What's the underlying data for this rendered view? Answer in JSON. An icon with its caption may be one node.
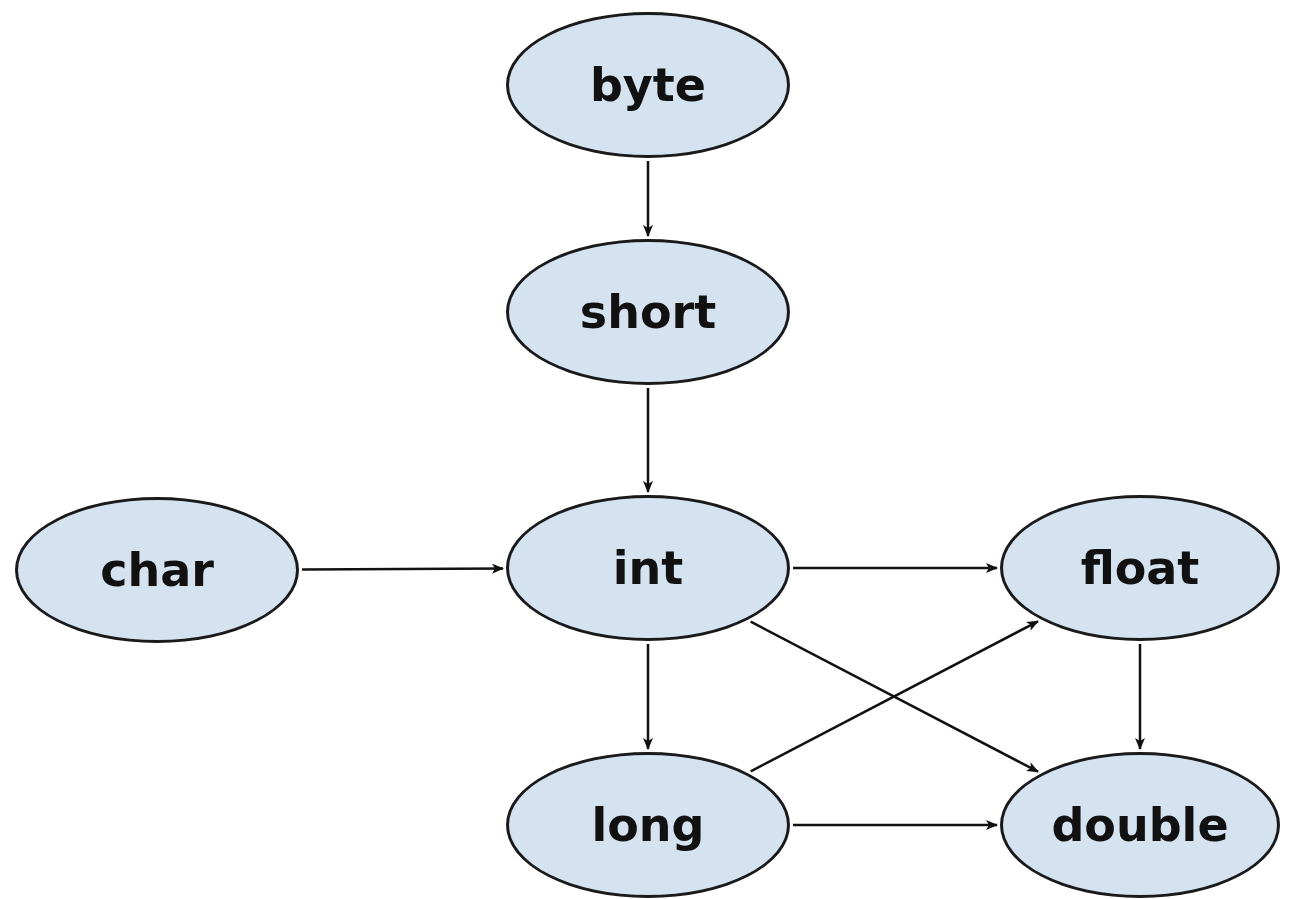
{
  "diagram": {
    "nodes": [
      {
        "text": [
          "byte"
        ]
      },
      {
        "text": [
          "short"
        ]
      },
      {
        "text": [
          "char"
        ]
      },
      {
        "text": [
          "int"
        ]
      },
      {
        "text": [
          "float"
        ]
      },
      {
        "text": [
          "long"
        ]
      },
      {
        "text": [
          "double"
        ]
      }
    ],
    "edges": [
      {
        "from": 0,
        "to": 1,
        "arrow": "to"
      },
      {
        "from": 1,
        "to": 3,
        "arrow": "to"
      },
      {
        "from": 2,
        "to": 3,
        "arrow": "to"
      },
      {
        "from": 3,
        "to": 4,
        "arrow": "to"
      },
      {
        "from": 3,
        "to": 5,
        "arrow": "to"
      },
      {
        "from": 3,
        "to": 6,
        "arrow": "to"
      },
      {
        "from": 4,
        "to": 6,
        "arrow": "to"
      },
      {
        "from": 5,
        "to": 4,
        "arrow": "to"
      },
      {
        "from": 5,
        "to": 6,
        "arrow": "to"
      }
    ]
  }
}
